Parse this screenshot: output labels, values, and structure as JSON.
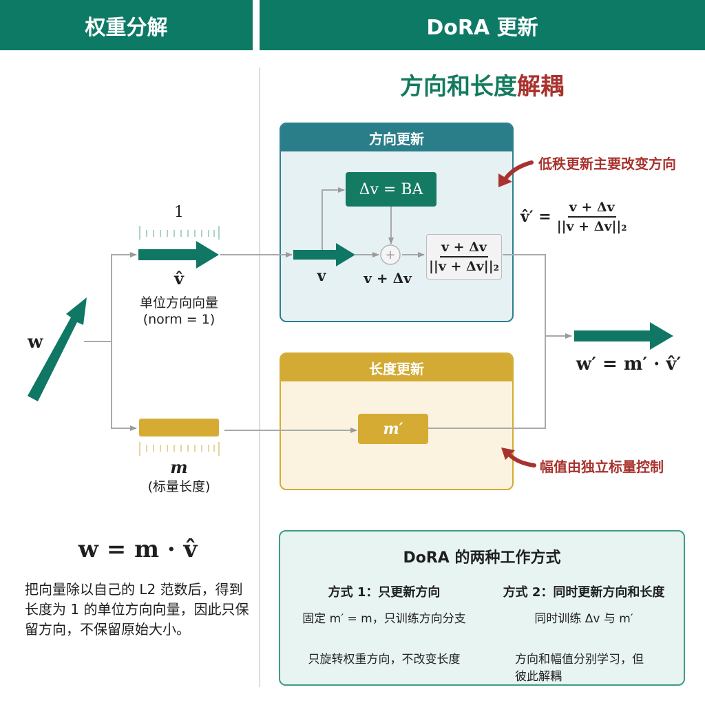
{
  "headers": {
    "left": "权重分解",
    "right": "DoRA 更新"
  },
  "main_title": {
    "part1": "方向和长度",
    "part2": "解耦"
  },
  "left": {
    "w_label": "w",
    "tick_label": "1",
    "vhat_label": "v̂",
    "vhat_caption1": "单位方向向量",
    "vhat_caption2": "(norm = 1)",
    "m_label": "m",
    "m_caption": "(标量长度)",
    "equation": "w = m · v̂",
    "desc": "把向量除以自己的 L2 范数后，得到长度为 1 的单位方向向量，因此只保留方向，不保留原始大小。"
  },
  "direction_panel": {
    "title": "方向更新",
    "ba_box": "Δv = BA",
    "v_label": "v",
    "sum_label": "v + Δv",
    "plus": "+",
    "frac_num": "v + Δv",
    "frac_den": "||v + Δv||₂"
  },
  "length_panel": {
    "title": "长度更新",
    "m_prime": "m′"
  },
  "notes": {
    "direction": "低秩更新主要改变方向",
    "magnitude": "幅值由独立标量控制"
  },
  "vhat_prime": {
    "lhs": "v̂′ =",
    "num": "v + Δv",
    "den": "||v + Δv||₂"
  },
  "result_eq": "w′ = m′ · v̂′",
  "modes": {
    "title": "DoRA 的两种工作方式",
    "mode1": {
      "header": "方式 1：只更新方向",
      "line1": "固定 m′ = m，只训练方向分支",
      "line2": "只旋转权重方向，不改变长度"
    },
    "mode2": {
      "header": "方式 2：同时更新方向和长度",
      "line1": "同时训练 Δv 与 m′",
      "line2": "方向和幅值分别学习，但彼此解耦"
    }
  },
  "colors": {
    "teal": "#0d7a66",
    "panel_teal": "#2a7e8a",
    "gold": "#d3aa33",
    "red": "#a8322e"
  }
}
